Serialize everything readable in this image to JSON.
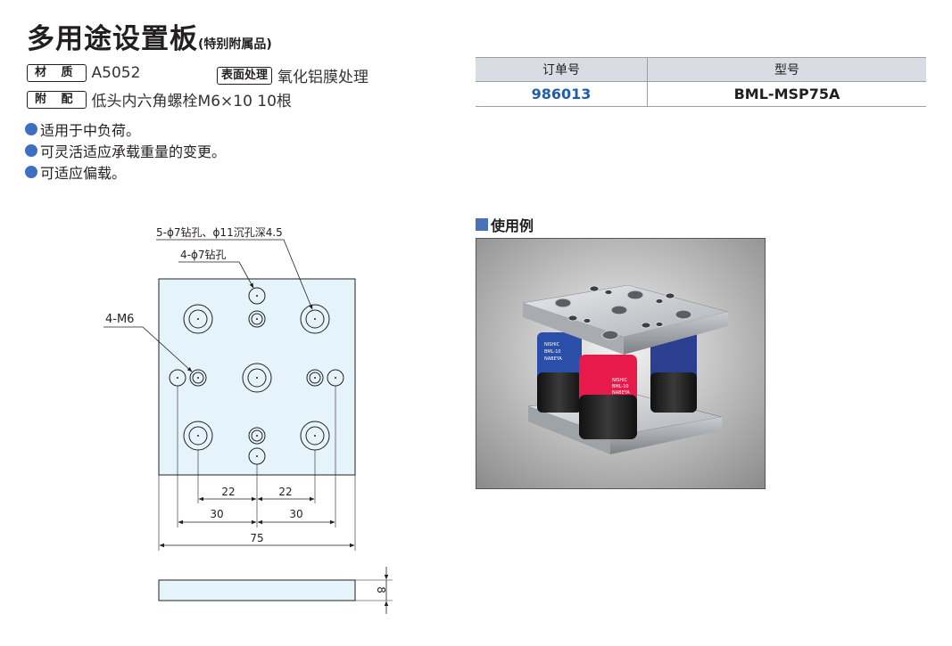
{
  "title": "多用途设置板",
  "title_sub": "(特别附属品)",
  "specs": {
    "material_label": "材 质",
    "material_value": "A5052",
    "surface_label": "表面处理",
    "surface_value": "氧化铝膜处理",
    "accessory_label": "附 配",
    "accessory_value": "低头内六角螺栓M6×10 10根"
  },
  "features": [
    "适用于中负荷。",
    "可灵活适应承载重量的变更。",
    "可适应偏载。"
  ],
  "order_table": {
    "headers": [
      "订单号",
      "型号"
    ],
    "rows": [
      [
        "986013",
        "BML-MSP75A"
      ]
    ]
  },
  "example_title": "使用例",
  "drawing": {
    "callout_counterbore": "5-ϕ7钻孔、ϕ11沉孔深4.5",
    "callout_drill": "4-ϕ7钻孔",
    "callout_tap": "4-M6",
    "dim_22_left": "22",
    "dim_22_right": "22",
    "dim_30_left": "30",
    "dim_30_right": "30",
    "dim_75": "75",
    "dim_8": "8"
  },
  "photo_labels": {
    "blue_brand": "NISHIC",
    "blue_model": "BML-10",
    "blue_maker": "NABEYA",
    "red_brand": "NISHIC",
    "red_model": "BML-10",
    "red_maker": "NABEYA"
  },
  "colors": {
    "plate_fill": "#e5f4fb",
    "accent_blue": "#3f6fbf",
    "order_code": "#1f5fa8",
    "table_header": "#d9dde3"
  }
}
